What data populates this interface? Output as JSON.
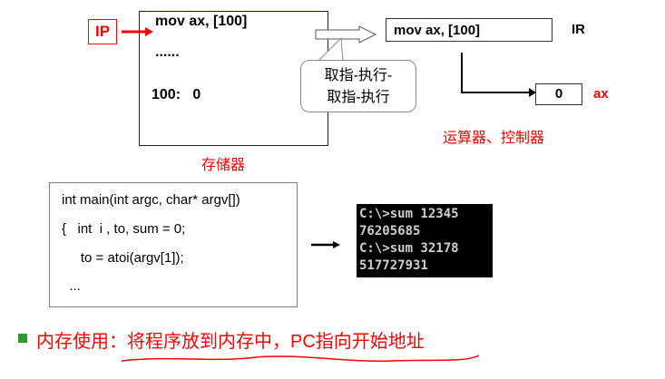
{
  "ip_label": "IP",
  "memory": {
    "line1": "mov ax, [100]",
    "line2": "......",
    "line3": "100:   0",
    "caption": "存储器"
  },
  "callout": {
    "line1": "取指-执行-",
    "line2": "取指-执行"
  },
  "ir": {
    "value": "mov ax, [100]",
    "label": "IR"
  },
  "ax": {
    "value": "0",
    "label": "ax"
  },
  "cpu_caption": "运算器、控制器",
  "code": [
    "int main(int argc, char* argv[])",
    "{   int  i , to, sum = 0;",
    "     to = atoi(argv[1]);",
    "  ..."
  ],
  "terminal": [
    "C:\\>sum 12345",
    "76205685",
    "C:\\>sum 32178",
    "517727931"
  ],
  "note": "内存使用：将程序放到内存中，PC指向开始地址",
  "colors": {
    "accent": "#ff0000",
    "bullet": "#2a9a2a"
  }
}
